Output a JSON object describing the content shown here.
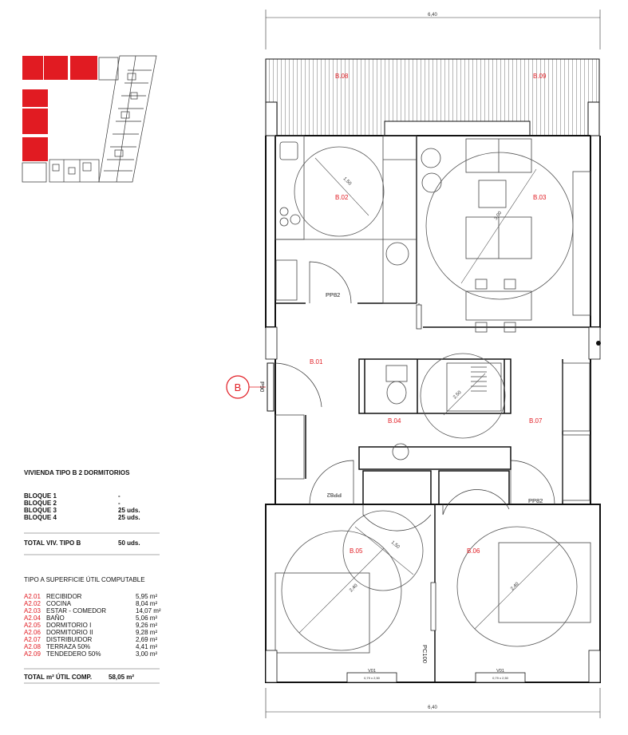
{
  "dimensions": {
    "top": "6,40",
    "bottom": "6,40"
  },
  "rooms": {
    "b08": "B.08",
    "b09": "B.09",
    "b02": "B.02",
    "b03": "B.03",
    "b01": "B.01",
    "b04": "B.04",
    "b07": "B.07",
    "b05": "B.05",
    "b06": "B.06"
  },
  "circles": {
    "c150": "1,50",
    "c300": "3,00",
    "c250": "2,50",
    "c150b": "1,50",
    "c240a": "2,40",
    "c240b": "2,40"
  },
  "doors": {
    "pp82_kitchen": "PP82",
    "pp82_left": "PP82",
    "pp82_right": "PP82",
    "p90": "P90",
    "pc100": "PC100"
  },
  "windows": [
    {
      "code": "V01",
      "size": "0,79 x 2,50"
    },
    {
      "code": "V01",
      "size": "0,79 x 2,50"
    }
  ],
  "badge": "B",
  "colors": {
    "accent": "#e11b22",
    "wall": "#111111"
  },
  "summary": {
    "title": "VIVIENDA TIPO B   2 DORMITORIOS",
    "blocks": [
      {
        "name": "BLOQUE 1",
        "value": "-"
      },
      {
        "name": "BLOQUE 2",
        "value": "-"
      },
      {
        "name": "BLOQUE 3",
        "value": "25 uds."
      },
      {
        "name": "BLOQUE 4",
        "value": "25 uds."
      }
    ],
    "total_label": "TOTAL VIV. TIPO B",
    "total_value": "50 uds.",
    "surface_header": "TIPO A    SUPERFICIE ÚTIL COMPUTABLE",
    "surfaces": [
      {
        "code": "A2.01",
        "name": "RECIBIDOR",
        "value": "5,95 m²"
      },
      {
        "code": "A2.02",
        "name": "COCINA",
        "value": "8,04 m²"
      },
      {
        "code": "A2.03",
        "name": "ESTAR - COMEDOR",
        "value": "14,07 m²"
      },
      {
        "code": "A2.04",
        "name": "BAÑO",
        "value": "5,06 m²"
      },
      {
        "code": "A2.05",
        "name": "DORMITORIO I",
        "value": "9,26 m²"
      },
      {
        "code": "A2.06",
        "name": "DORMITORIO II",
        "value": "9,28 m²"
      },
      {
        "code": "A2.07",
        "name": "DISTRIBUIDOR",
        "value": "2,69 m²"
      },
      {
        "code": "A2.08",
        "name": "TERRAZA 50%",
        "value": "4,41 m²"
      },
      {
        "code": "A2.09",
        "name": "TENDEDERO 50%",
        "value": "3,00 m²"
      }
    ],
    "grand_total_label": "TOTAL m² ÚTIL COMP.",
    "grand_total_value": "58,05 m²"
  }
}
